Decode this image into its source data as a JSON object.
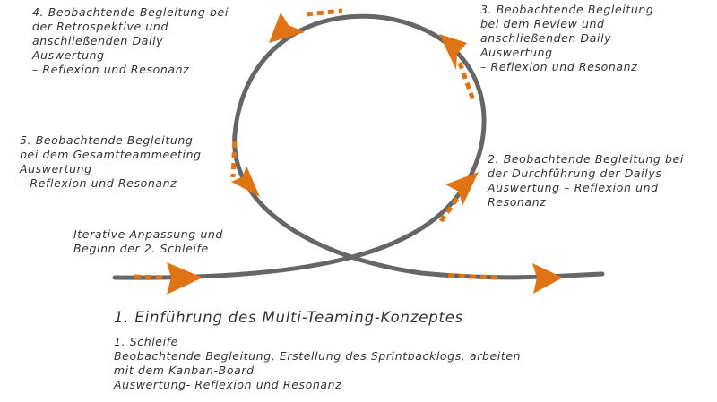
{
  "colors": {
    "loop_line": "#666666",
    "arrow": "#e07314",
    "text": "#333333"
  },
  "labels": {
    "step4": [
      "4. Beobachtende Begleitung bei",
      " der Retrospektive und",
      "anschließenden Daily",
      "Auswertung",
      "– Reflexion und Resonanz"
    ],
    "step3": [
      "3. Beobachtende Begleitung",
      "bei dem Review und",
      "anschließenden Daily",
      "Auswertung",
      "– Reflexion und Resonanz"
    ],
    "step5": [
      "5. Beobachtende Begleitung",
      " bei dem Gesamtteammeeting",
      "Auswertung",
      "– Reflexion und Resonanz"
    ],
    "step2": [
      "2. Beobachtende Begleitung bei",
      "der Durchführung der Dailys",
      "Auswertung – Reflexion und",
      "Resonanz"
    ],
    "iterative": [
      "Iterative Anpassung und",
      "Beginn der 2. Schleife"
    ]
  },
  "main": {
    "title": "1. Einführung des Multi-Teaming-Konzeptes",
    "step1": [
      "1. Schleife",
      "Beobachtende Begleitung, Erstellung des Sprintbacklogs, arbeiten",
      "mit dem Kanban-Board",
      "Auswertung- Reflexion und Resonanz"
    ]
  }
}
